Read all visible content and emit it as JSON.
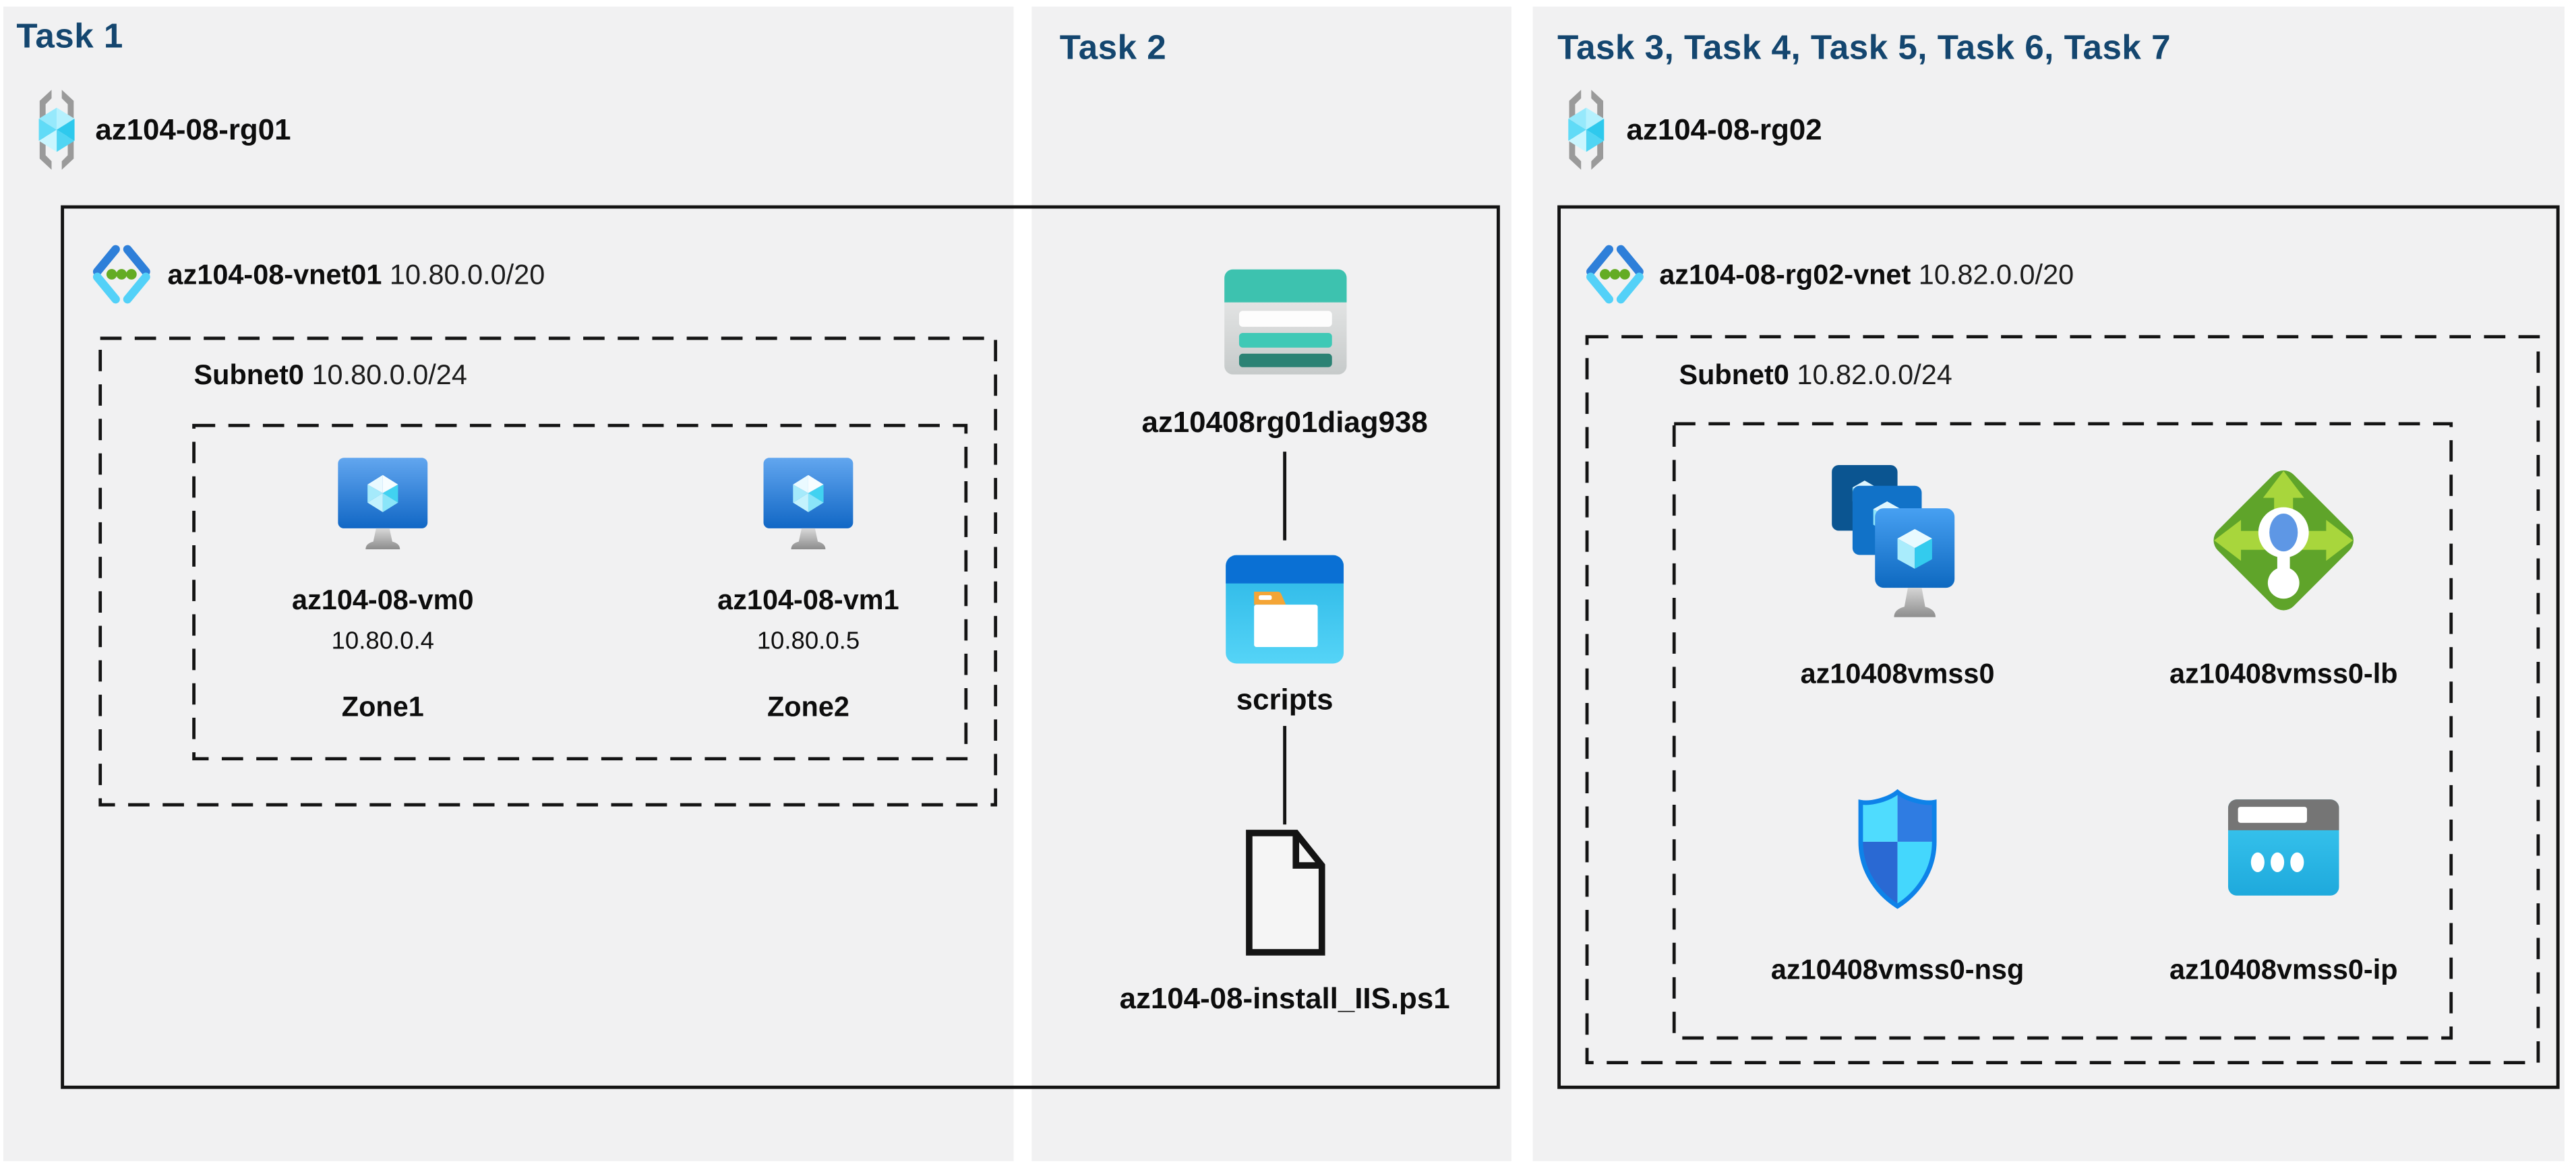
{
  "colors": {
    "page_background": "#ffffff",
    "panel_background": "#f1f1f2",
    "heading_text": "#14466F",
    "label_text": "#0d0d0d",
    "box_border": "#141414",
    "vnet_blue": "#2E7FD9",
    "vnet_cyan": "#53D1F8",
    "vnet_green_dot": "#64AC24",
    "vm_screen_blue": "#1167C5",
    "storage_teal": "#3DC2AF",
    "storage_teal_dark": "#2B8274",
    "container_blue_bar": "#0A70D4",
    "container_folder_tab": "#F4A536",
    "lb_green": "#5FA42A",
    "lb_arrow_green": "#A8D63C",
    "nsg_cyan": "#4FDCFE",
    "nsg_blue": "#2F7CE2",
    "ip_cyan": "#2FBFEA",
    "ip_gray": "#757575",
    "rg_bracket_gray": "#9a9a9a",
    "rg_cube_cyan": "#2EC9ED"
  },
  "icons": {
    "resource_group": "gray-brackets-with-cyan-cube",
    "virtual_network": "blue-cyan-chevrons-with-three-green-dots",
    "virtual_machine": "blue-monitor-with-crystal-cube",
    "storage_account": "teal-and-gray-table-card",
    "blob_container": "blue-window-with-white-folder-orange-tab",
    "script_file": "outlined-document-folded-corner",
    "vmss": "three-stacked-blue-vm-cards-with-stand",
    "load_balancer": "green-diamond-with-arrows-and-probe",
    "nsg": "blue-cyan-quadrant-shield",
    "public_ip": "cyan-card-gray-header-three-dots"
  },
  "panels": [
    {
      "heading": "Task 1",
      "resource_group": "az104-08-rg01",
      "vnet_name": "az104-08-vnet01",
      "vnet_cidr": "10.80.0.0/20",
      "subnet_name": "Subnet0",
      "subnet_cidr": "10.80.0.0/24",
      "vms": [
        {
          "name": "az104-08-vm0",
          "ip": "10.80.0.4",
          "zone": "Zone1"
        },
        {
          "name": "az104-08-vm1",
          "ip": "10.80.0.5",
          "zone": "Zone2"
        }
      ]
    },
    {
      "heading": "Task 2",
      "storage_account": "az10408rg01diag938",
      "container": "scripts",
      "script_file": "az104-08-install_IIS.ps1"
    },
    {
      "heading": "Task 3, Task 4, Task 5, Task 6, Task 7",
      "resource_group": "az104-08-rg02",
      "vnet_name": "az104-08-rg02-vnet",
      "vnet_cidr": "10.82.0.0/20",
      "subnet_name": "Subnet0",
      "subnet_cidr": "10.82.0.0/24",
      "resources": [
        {
          "name": "az10408vmss0",
          "type": "virtual-machine-scale-set"
        },
        {
          "name": "az10408vmss0-lb",
          "type": "load-balancer"
        },
        {
          "name": "az10408vmss0-nsg",
          "type": "network-security-group"
        },
        {
          "name": "az10408vmss0-ip",
          "type": "public-ip-address"
        }
      ]
    }
  ]
}
